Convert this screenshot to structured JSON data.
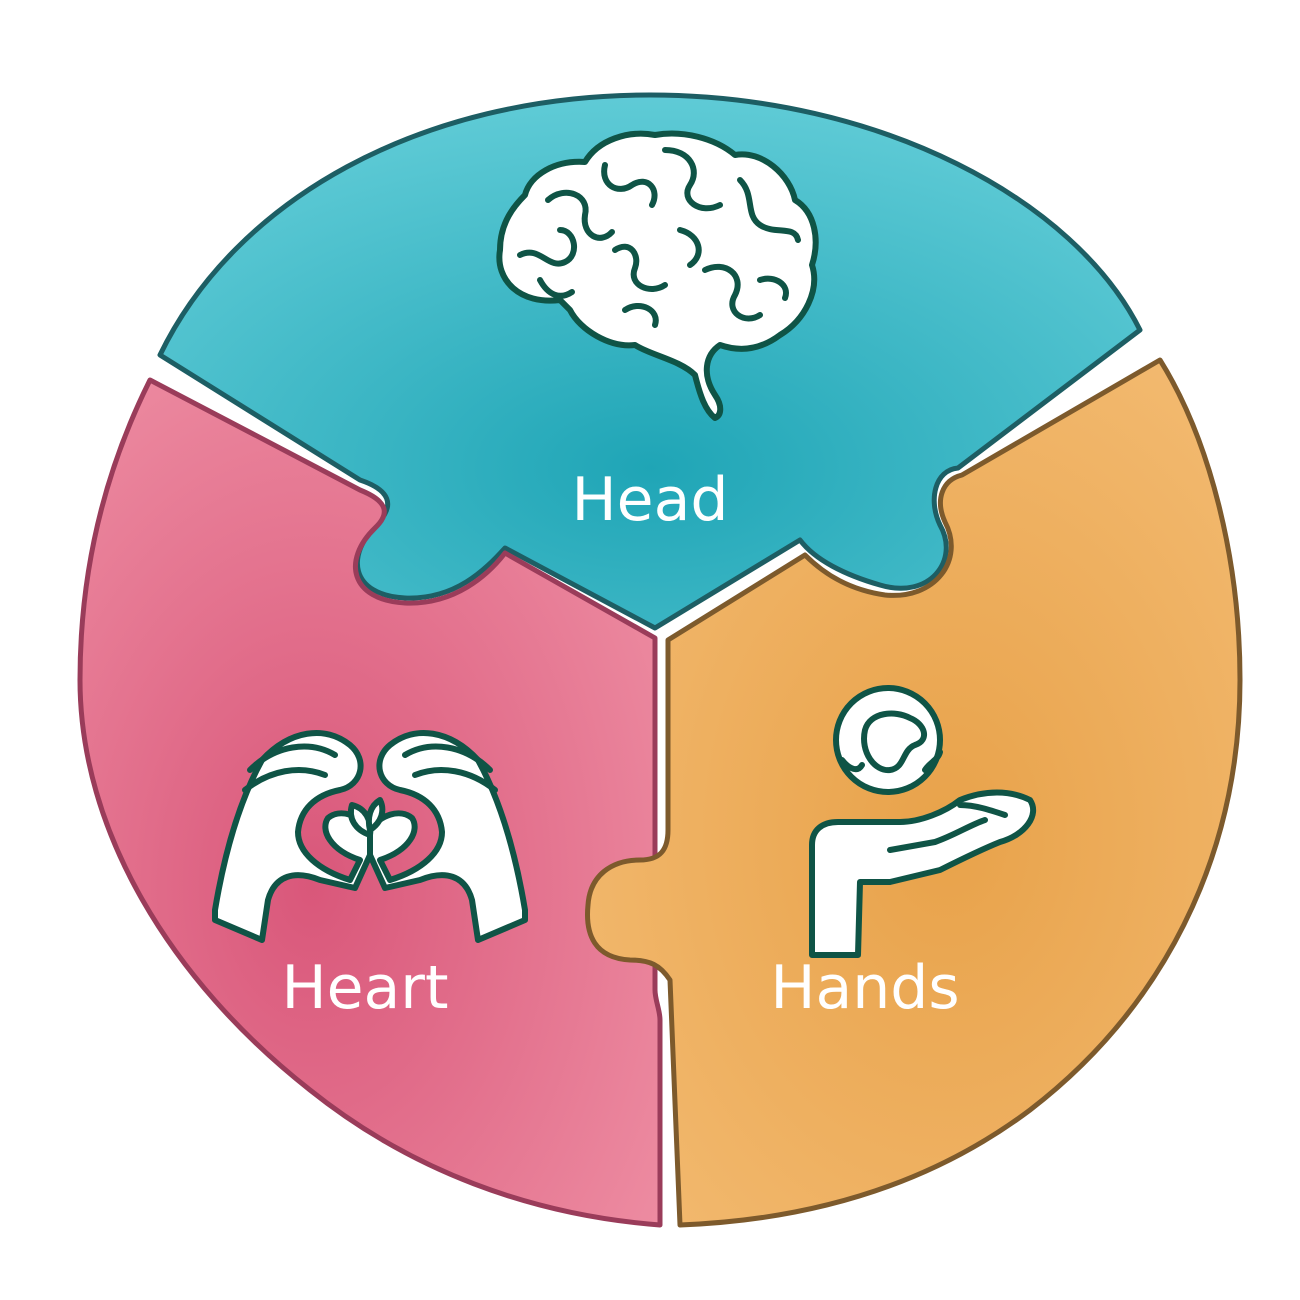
{
  "colors": {
    "head": "#2fb3c3",
    "heart": "#e0657f",
    "hands": "#eeaa55",
    "ink": "#0f5446",
    "head_outline": "#1d5e64",
    "heart_outline": "#9a3c5a",
    "hands_outline": "#7d5a2c"
  },
  "pieces": {
    "head": {
      "label": "Head",
      "icon": "brain-icon"
    },
    "heart": {
      "label": "Heart",
      "icon": "heart-hands-icon"
    },
    "hands": {
      "label": "Hands",
      "icon": "hand-holding-globe-icon"
    }
  }
}
